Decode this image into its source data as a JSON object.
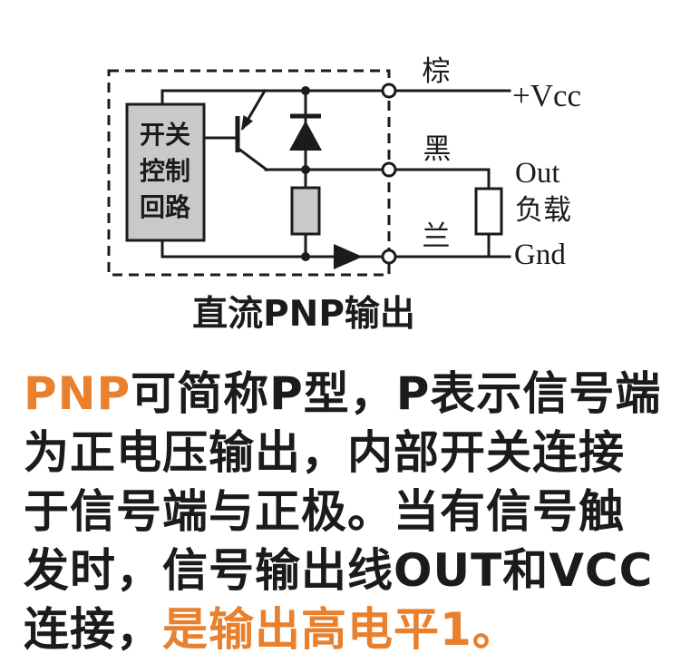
{
  "colors": {
    "accent": "#E8802D",
    "ink": "#1B1B1B",
    "boxfill": "#C9C9C9"
  },
  "diagram": {
    "caption": "直流PNP输出",
    "control_box": [
      "开关",
      "控制",
      "回路"
    ],
    "wires": {
      "brown": "棕",
      "black": "黑",
      "blue": "兰"
    },
    "terminals": {
      "vcc": "+Vcc",
      "out": "Out",
      "load": "负载",
      "gnd": "Gnd"
    }
  },
  "paragraph": {
    "lines": [
      {
        "segs": [
          {
            "t": "PNP"
          },
          {
            "t": "可简称P型，P表示信号端"
          }
        ]
      },
      {
        "segs": [
          {
            "t": "为正电压输出，内部开关连接"
          }
        ]
      },
      {
        "segs": [
          {
            "t": "于信号端与正极。当有信号触"
          }
        ]
      },
      {
        "segs": [
          {
            "t": "发时，信号输出线OUT和VCC"
          }
        ]
      },
      {
        "segs": [
          {
            "t": "连接，"
          },
          {
            "t": "是输出高电平1。"
          }
        ]
      }
    ]
  }
}
